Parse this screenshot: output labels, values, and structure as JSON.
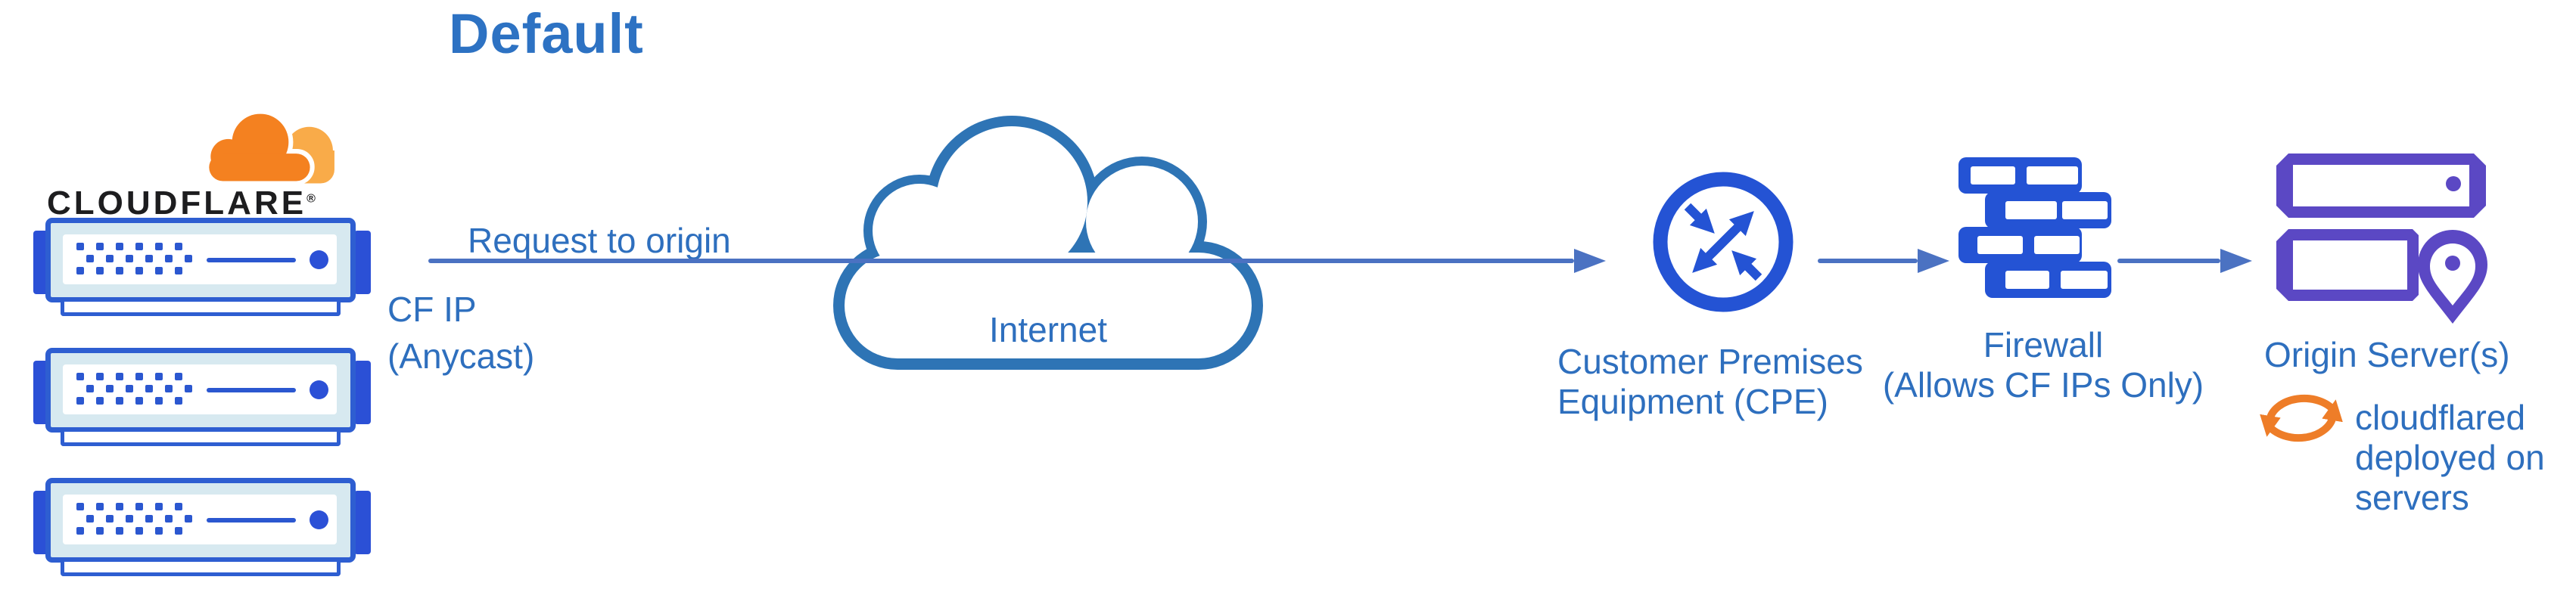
{
  "title": "Default",
  "logo": {
    "wordmark": "CLOUDFLARE",
    "registered": "®"
  },
  "flow": {
    "request_label": "Request to origin",
    "cf_ip_lines": [
      "CF IP",
      "(Anycast)"
    ]
  },
  "nodes": {
    "internet": {
      "label": "Internet"
    },
    "cpe": {
      "label_lines": [
        "Customer Premises",
        "Equipment (CPE)"
      ]
    },
    "firewall": {
      "label_lines": [
        "Firewall",
        "(Allows CF IPs Only)"
      ]
    },
    "origin": {
      "label": "Origin Server(s)",
      "note_lines": [
        "cloudflared",
        "deployed on",
        "servers"
      ]
    }
  },
  "colors": {
    "title_blue": "#2d72c3",
    "label_blue": "#2e6fbe",
    "arrow_blue": "#4b72c2",
    "icon_blue": "#2453d4",
    "cloud_stroke_blue": "#2e74b5",
    "server_border_blue": "#2e5ed1",
    "server_fill": "#d7e9f0",
    "origin_purple": "#5b48c4",
    "cloudflare_orange": "#f48120",
    "cloudflare_orange_light": "#f9ab49",
    "sync_orange": "#ee7d28",
    "wordmark_black": "#1d1d1f"
  }
}
